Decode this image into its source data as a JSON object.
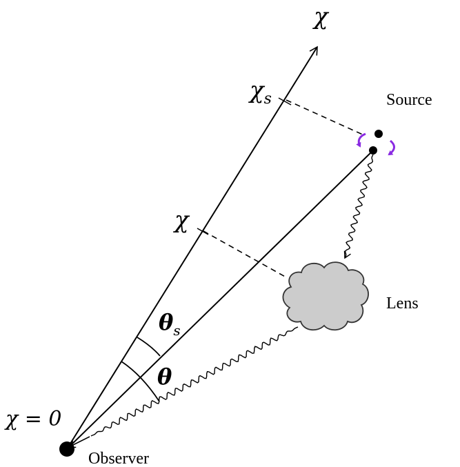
{
  "labels": {
    "chi_axis": "χ",
    "chi_s": "χ",
    "chi_s_sub": "s",
    "chi": "χ",
    "chi_zero": "χ = 0",
    "theta_s": "θ",
    "theta_s_sub": "s",
    "theta": "θ",
    "source": "Source",
    "lens": "Lens",
    "observer": "Observer"
  },
  "colors": {
    "ink": "#000000",
    "lens_fill": "#cccccc",
    "lens_stroke": "#333333",
    "orbit_arrows": "#8a2be2"
  },
  "icons": {
    "observer": "filled-dot",
    "source": "binary-star-dots",
    "lens": "cloud",
    "orbit": "circular-arrows"
  }
}
